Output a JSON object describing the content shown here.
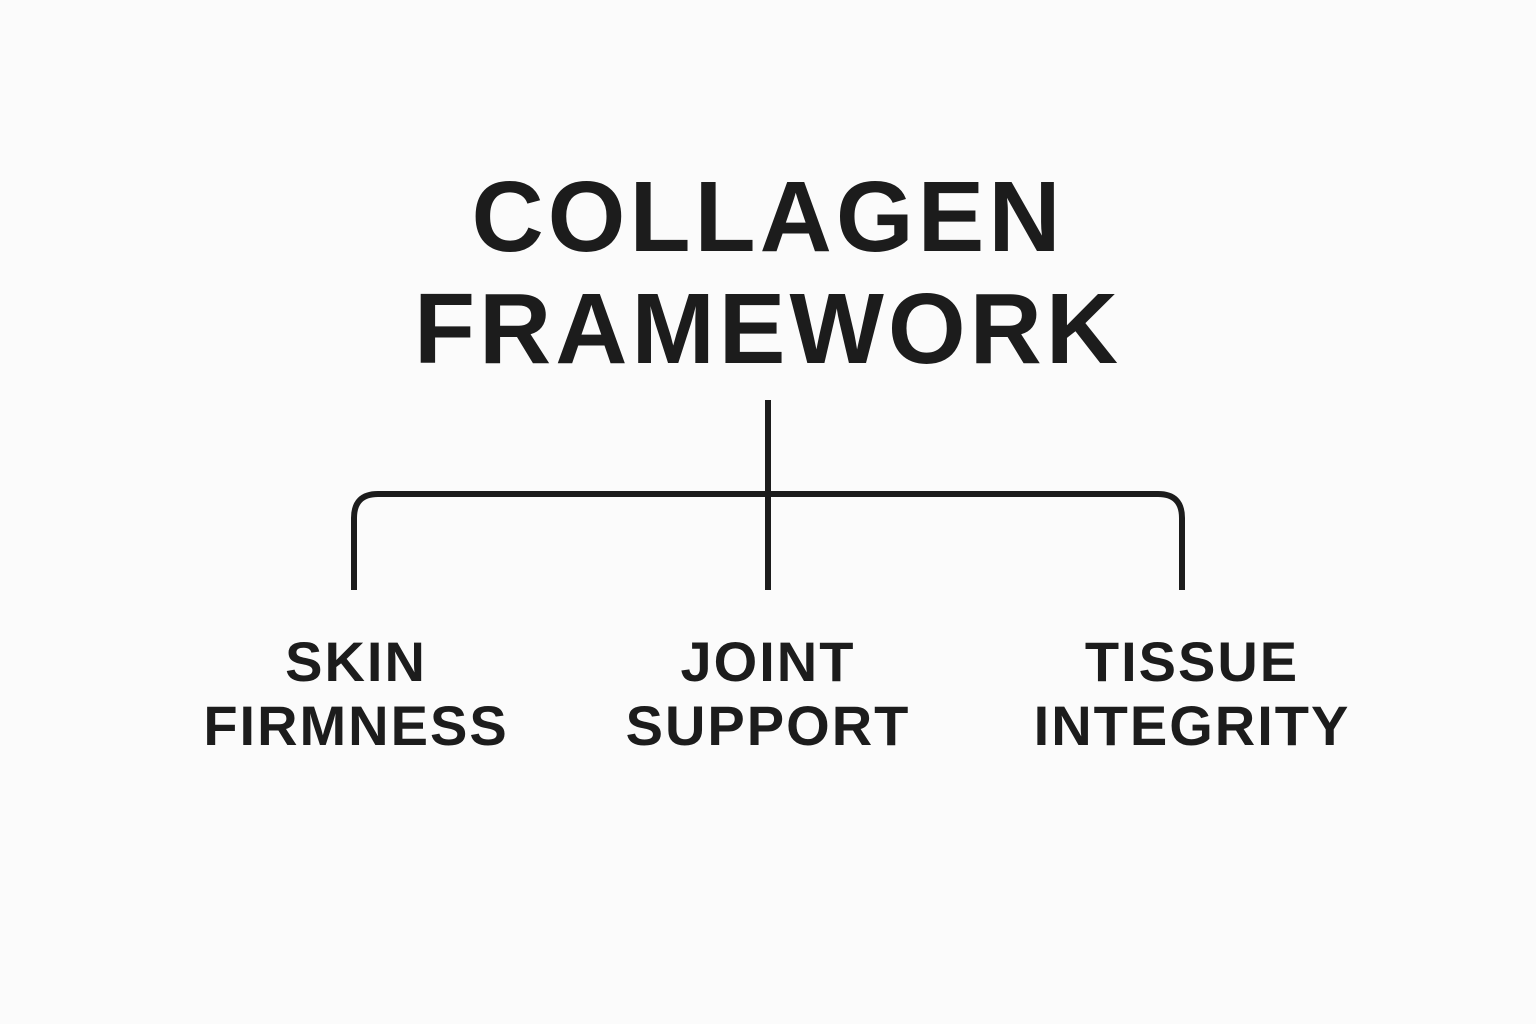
{
  "title": {
    "line1": "COLLAGEN",
    "line2": "FRAMEWORK"
  },
  "branches": [
    {
      "line1": "SKIN",
      "line2": "FIRMNESS"
    },
    {
      "line1": "JOINT",
      "line2": "SUPPORT"
    },
    {
      "line1": "TISSUE",
      "line2": "INTEGRITY"
    }
  ],
  "colors": {
    "background": "#fbfbfb",
    "ink": "#1c1c1c"
  }
}
